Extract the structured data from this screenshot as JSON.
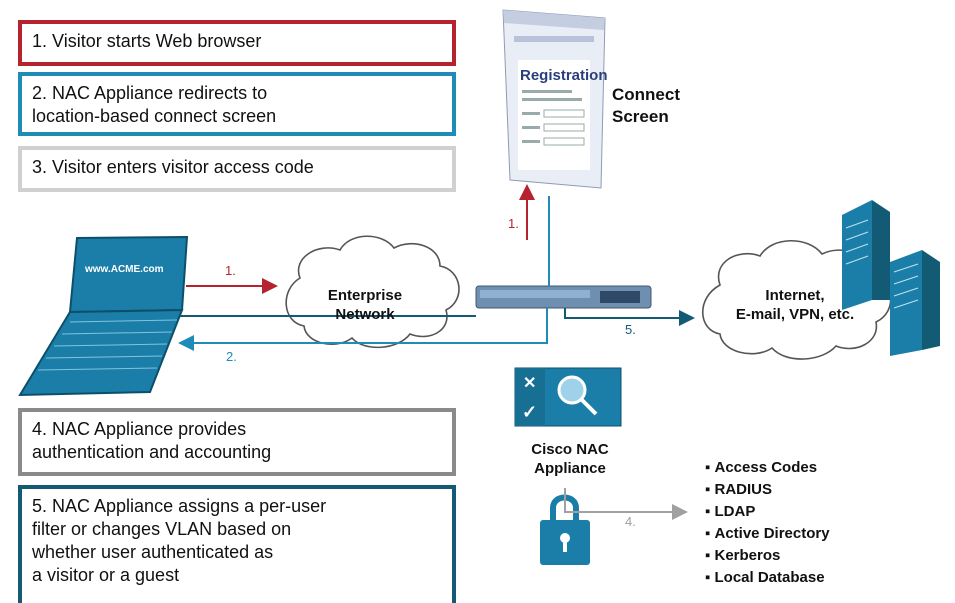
{
  "steps": {
    "s1": "1. Visitor starts Web browser",
    "s2": "2. NAC Appliance redirects to\n  location-based connect screen",
    "s3": "3. Visitor enters visitor access code",
    "s4": "4. NAC Appliance provides\n  authentication and accounting",
    "s5": "5. NAC Appliance assigns a per-user\n  filter or changes VLAN based on\n  whether user authenticated as\n  a visitor or a guest"
  },
  "labels": {
    "connect_screen": "Connect\nScreen",
    "enterprise_network": "Enterprise\nNetwork",
    "internet": "Internet,\nE-mail, VPN, etc.",
    "cisco_nac": "Cisco NAC\nAppliance",
    "laptop_screen": "www.ACME.com",
    "registration": "Registration"
  },
  "arrow_numbers": {
    "a1_top": "1.",
    "a1_left": "1.",
    "a2": "2.",
    "a5": "5.",
    "a4": "4."
  },
  "databases": [
    "Access Codes",
    "RADIUS",
    "LDAP",
    "Active Directory",
    "Kerberos",
    "Local Database"
  ],
  "colors": {
    "red": "#b5232e",
    "blue": "#1f8cb8",
    "teal": "#135a74",
    "gray": "#a0a0a0",
    "icon_blue": "#1b7ea8"
  }
}
